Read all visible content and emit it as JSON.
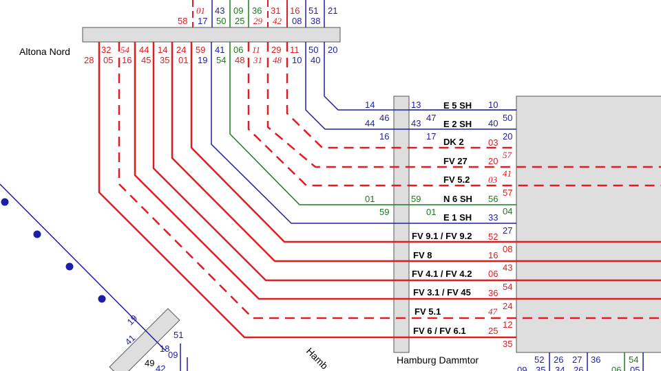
{
  "stations": {
    "altona_nord": "Altona Nord",
    "dammtor": "Hamburg Dammtor",
    "partial": "Hamb"
  },
  "colors": {
    "red": "#e11b22",
    "blue": "#1d1ea6",
    "green": "#1a7a1a",
    "platform": "#dedede",
    "outline": "#555555"
  },
  "top_numbers": {
    "row_above": [
      "01",
      "43",
      "09",
      "36",
      "31",
      "16",
      "51",
      "21"
    ],
    "row_below": [
      "58",
      "17",
      "50",
      "25",
      "29",
      "42",
      "08",
      "38"
    ]
  },
  "left_numbers": {
    "row_upper": [
      "32",
      "54",
      "44",
      "14",
      "24",
      "59",
      "41",
      "06",
      "11",
      "29",
      "11",
      "50",
      "20"
    ],
    "row_lower": [
      "28",
      "05",
      "16",
      "45",
      "35",
      "01",
      "19",
      "54",
      "48",
      "31",
      "48",
      "10",
      "40"
    ]
  },
  "routes": [
    "E 5 SH",
    "E 2 SH",
    "DK 2",
    "FV 27",
    "FV 5.2",
    "N 6 SH",
    "E 1 SH",
    "FV 9.1 / FV 9.2",
    "FV 8",
    "FV 4.1 / FV 4.2",
    "FV 3.1 / FV 45",
    "FV 5.1",
    "FV 6 / FV 6.1"
  ],
  "mid_numbers": {
    "left": [
      "14",
      "44",
      "16",
      "01",
      "59"
    ],
    "left_upper": [
      "46"
    ],
    "center": [
      "13",
      "43",
      "47",
      "17",
      "59",
      "01"
    ],
    "right": [
      "10",
      "40",
      "50",
      "20",
      "03",
      "57",
      "20",
      "03",
      "41",
      "57",
      "56",
      "04",
      "33",
      "27",
      "52",
      "16",
      "08",
      "43",
      "06",
      "54",
      "36",
      "24",
      "47",
      "12",
      "25",
      "35"
    ]
  },
  "bottom_left_numbers": [
    "19",
    "41",
    "49",
    "18",
    "51",
    "42",
    "09"
  ],
  "bottom_right_numbers": [
    "52",
    "26",
    "27",
    "36",
    "54",
    "09",
    "35",
    "34",
    "26",
    "06",
    "05"
  ]
}
